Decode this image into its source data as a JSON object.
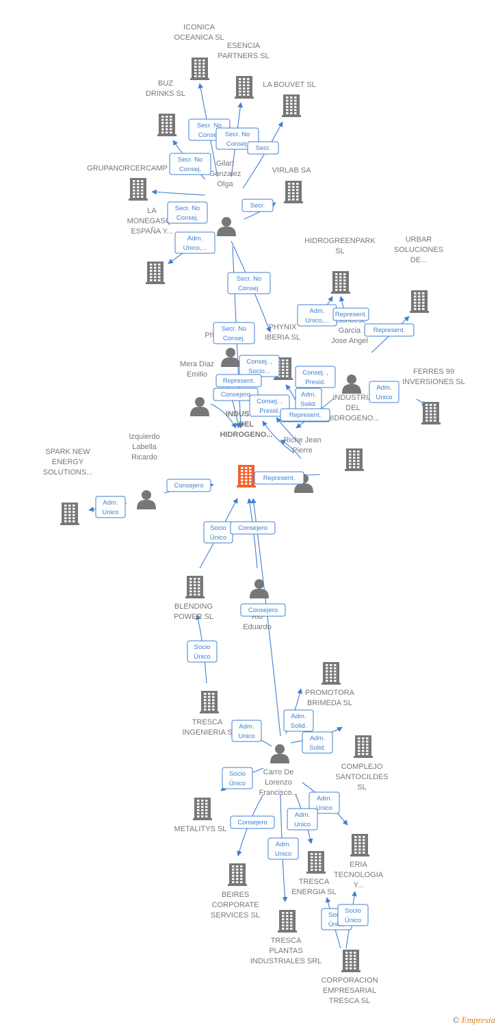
{
  "diagram": {
    "nodes": [
      {
        "id": "center",
        "type": "company",
        "label": [
          "INDUSTRIA",
          "DEL",
          "HIDROGENO..."
        ],
        "highlight": true
      },
      {
        "id": "iconica",
        "type": "company",
        "label": [
          "ICONICA",
          "OCEANICA  SL"
        ]
      },
      {
        "id": "esencia",
        "type": "company",
        "label": [
          "ESENCIA",
          "PARTNERS  SL"
        ]
      },
      {
        "id": "bouvet",
        "type": "company",
        "label": [
          "LA BOUVET SL"
        ]
      },
      {
        "id": "buz",
        "type": "company",
        "label": [
          "BUZ",
          "DRINKS  SL"
        ]
      },
      {
        "id": "grupanor",
        "type": "company",
        "label": [
          "GRUPANORCERCAMP"
        ]
      },
      {
        "id": "virlab",
        "type": "company",
        "label": [
          "VIRLAB SA"
        ]
      },
      {
        "id": "gilart",
        "type": "person",
        "label": [
          "Gilart",
          "Gonzalez",
          "Olga"
        ]
      },
      {
        "id": "monegasque",
        "type": "company",
        "label": [
          "LA",
          "MONEGASQU",
          "ESPAÑA Y..."
        ]
      },
      {
        "id": "hidrogreen",
        "type": "company",
        "label": [
          "HIDROGREENPARK",
          "SL"
        ]
      },
      {
        "id": "urbar",
        "type": "company",
        "label": [
          "URBAR",
          "SOLUCIONES",
          "DE..."
        ]
      },
      {
        "id": "phynix",
        "type": "company",
        "label": [
          "PHYNIX",
          "IBERIA  SL"
        ]
      },
      {
        "id": "ph",
        "type": "person",
        "label": [
          "Ph"
        ]
      },
      {
        "id": "escribese",
        "type": "person",
        "label": [
          "Escribese",
          "Garcia",
          "Jose Angel"
        ]
      },
      {
        "id": "mera",
        "type": "person",
        "label": [
          "Mera Diaz",
          "Emilio"
        ]
      },
      {
        "id": "ferres",
        "type": "company",
        "label": [
          "FERRES 99",
          "INVERSIONES SL"
        ]
      },
      {
        "id": "industria2",
        "type": "company",
        "label": [
          "INDUSTRIA",
          "DEL",
          "HIDROGENO..."
        ]
      },
      {
        "id": "riche",
        "type": "person",
        "label": [
          "Riche Jean",
          "Pierre"
        ]
      },
      {
        "id": "izquierdo",
        "type": "person",
        "label": [
          "Izquierdo",
          "Labella",
          "Ricardo"
        ]
      },
      {
        "id": "spark",
        "type": "company",
        "label": [
          "SPARK NEW",
          "ENERGY",
          "SOLUTIONS..."
        ]
      },
      {
        "id": "blending",
        "type": "company",
        "label": [
          "BLENDING",
          "POWER  SL"
        ]
      },
      {
        "id": "eduardo",
        "type": "person",
        "label": [
          "G",
          "Rio",
          "Eduardo"
        ]
      },
      {
        "id": "tresca_ing",
        "type": "company",
        "label": [
          "TRESCA",
          "INGENIERIA  S"
        ]
      },
      {
        "id": "promotora",
        "type": "company",
        "label": [
          "PROMOTORA",
          "BRIMEDA  SL"
        ]
      },
      {
        "id": "complejo",
        "type": "company",
        "label": [
          "COMPLEJO",
          "SANTOCILDES",
          "SL"
        ]
      },
      {
        "id": "carro",
        "type": "person",
        "label": [
          "Carro De",
          "Lorenzo",
          "Francisco..."
        ]
      },
      {
        "id": "metalitys",
        "type": "company",
        "label": [
          "METALITYS  SL"
        ]
      },
      {
        "id": "eria",
        "type": "company",
        "label": [
          "ERIA",
          "TECNOLOGIA",
          "Y..."
        ]
      },
      {
        "id": "beires",
        "type": "company",
        "label": [
          "BEIRES",
          "CORPORATE",
          "SERVICES  SL"
        ]
      },
      {
        "id": "tresca_energia",
        "type": "company",
        "label": [
          "TRESCA",
          "ENERGIA SL"
        ]
      },
      {
        "id": "tresca_plantas",
        "type": "company",
        "label": [
          "TRESCA",
          "PLANTAS",
          "INDUSTRIALES SRL"
        ]
      },
      {
        "id": "corporacion",
        "type": "company",
        "label": [
          "CORPORACION",
          "EMPRESARIAL",
          "TRESCA  SL"
        ]
      }
    ],
    "edges": [
      {
        "from": "gilart",
        "to": "iconica",
        "label": [
          "Secr.  No",
          "Consej."
        ]
      },
      {
        "from": "gilart",
        "to": "esencia",
        "label": [
          "Secr.  No",
          "Consej."
        ]
      },
      {
        "from": "gilart",
        "to": "bouvet",
        "label": [
          "Secr."
        ]
      },
      {
        "from": "gilart",
        "to": "buz",
        "label": [
          "Secr.  No",
          "Consej."
        ]
      },
      {
        "from": "gilart",
        "to": "virlab",
        "label": [
          "Secr."
        ]
      },
      {
        "from": "gilart",
        "to": "grupanor",
        "label": [
          "Secr.  No",
          "Consej."
        ]
      },
      {
        "from": "gilart",
        "to": "monegasque",
        "label": [
          "Adm.",
          "Unico,..."
        ]
      },
      {
        "from": "gilart",
        "to": "phynix",
        "label": [
          "Secr.  No",
          "Consej."
        ]
      },
      {
        "from": "gilart",
        "to": "center",
        "label": [
          "Secr.  No",
          "Consej."
        ]
      },
      {
        "from": "escribese",
        "to": "hidrogreen",
        "label": [
          "Adm.",
          "Unico,..."
        ]
      },
      {
        "from": "escribese",
        "to": "hidrogreen",
        "label": [
          "Represent."
        ]
      },
      {
        "from": "escribese",
        "to": "urbar",
        "label": [
          "Represent."
        ]
      },
      {
        "from": "escribese",
        "to": "ferres",
        "label": [
          "Adm.",
          "Unico"
        ]
      },
      {
        "from": "escribese",
        "to": "center",
        "label": [
          "Represent."
        ]
      },
      {
        "from": "ph",
        "to": "phynix",
        "label": [
          "Consej. ,",
          "Socio..."
        ]
      },
      {
        "from": "ph",
        "to": "center",
        "label": [
          "Represent."
        ]
      },
      {
        "from": "mera",
        "to": "center",
        "label": [
          "Consejero"
        ]
      },
      {
        "from": "riche",
        "to": "phynix",
        "label": [
          "Consej. ,",
          "Presid."
        ]
      },
      {
        "from": "riche",
        "to": "center",
        "label": [
          "Consej. ,",
          "Presid."
        ]
      },
      {
        "from": "riche",
        "to": "center",
        "label": [
          "Adm.",
          "Solid."
        ]
      },
      {
        "from": "industria2",
        "to": "center",
        "label": [
          "Represent."
        ]
      },
      {
        "from": "riche",
        "to": "center",
        "label": [
          "Represent."
        ]
      },
      {
        "from": "izquierdo",
        "to": "center",
        "label": [
          "Consejero"
        ]
      },
      {
        "from": "izquierdo",
        "to": "spark",
        "label": [
          "Adm.",
          "Unico"
        ]
      },
      {
        "from": "blending",
        "to": "center",
        "label": [
          "Socio",
          "Único"
        ]
      },
      {
        "from": "eduardo",
        "to": "center",
        "label": [
          "Consejero"
        ]
      },
      {
        "from": "carro",
        "to": "center",
        "label": [
          "Consejero"
        ]
      },
      {
        "from": "tresca_ing",
        "to": "blending",
        "label": [
          "Socio",
          "Único"
        ]
      },
      {
        "from": "carro",
        "to": "tresca_ing",
        "label": [
          "Adm.",
          "Unico"
        ]
      },
      {
        "from": "carro",
        "to": "promotora",
        "label": [
          "Adm.",
          "Solid."
        ]
      },
      {
        "from": "carro",
        "to": "complejo",
        "label": [
          "Adm.",
          "Solid."
        ]
      },
      {
        "from": "carro",
        "to": "metalitys",
        "label": [
          "Socio",
          "Único"
        ]
      },
      {
        "from": "carro",
        "to": "beires",
        "label": [
          "Consejero"
        ]
      },
      {
        "from": "carro",
        "to": "eria",
        "label": [
          "Adm.",
          "Unico"
        ]
      },
      {
        "from": "carro",
        "to": "tresca_energia",
        "label": [
          "Adm.",
          "Unico"
        ]
      },
      {
        "from": "carro",
        "to": "tresca_plantas",
        "label": [
          "Adm.",
          "Unico"
        ]
      },
      {
        "from": "corporacion",
        "to": "tresca_energia",
        "label": [
          "Socio",
          "Único"
        ]
      },
      {
        "from": "corporacion",
        "to": "eria",
        "label": [
          "Socio",
          "Único"
        ]
      }
    ]
  },
  "colors": {
    "company": "#777777",
    "highlight": "#f0622d",
    "edge": "#3d7fd1"
  },
  "footer": {
    "copyright": "©",
    "brand": "Empresia"
  }
}
